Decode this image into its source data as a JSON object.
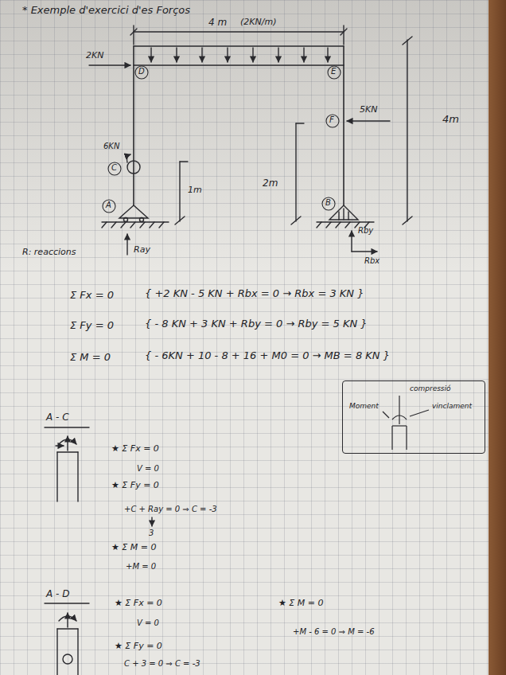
{
  "diagram": {
    "title": "* Exemple d'exercici d'es Forços",
    "nodes": [
      {
        "text": [
          "Moment",
          "compressió",
          "vinclament"
        ]
      }
    ],
    "labels": [
      "4 m",
      "(2KN/m)",
      "2KN",
      "D",
      "E",
      "F",
      "5KN",
      "4m",
      "2m",
      "6KN",
      "C",
      "1m",
      "A",
      "B",
      "Rby",
      "Rbx",
      "R: reaccions",
      "Ray",
      "Σ Fx = 0",
      "{ +2 KN - 5 KN + Rbx = 0 → Rbx = 3 KN }",
      "Σ Fy = 0",
      "{ - 8 KN + 3 KN + Rby = 0 → Rby = 5 KN }",
      "Σ M = 0",
      "{ - 6KN + 10 - 8 + 16 + M0 = 0 → MB = 8 KN }",
      "A - C",
      "★ Σ Fx = 0",
      "V = 0",
      "★ Σ Fy = 0",
      "+C + Ray = 0 ⇒ C = -3",
      "3",
      "★ Σ M = 0",
      "+M = 0",
      "A - D",
      "★ Σ Fx = 0",
      "V = 0",
      "★ Σ Fy = 0",
      "C + 3 = 0 ⇒ C = -3",
      "★ Σ M = 0",
      "+M - 6 = 0 ⇒ M = -6"
    ]
  }
}
